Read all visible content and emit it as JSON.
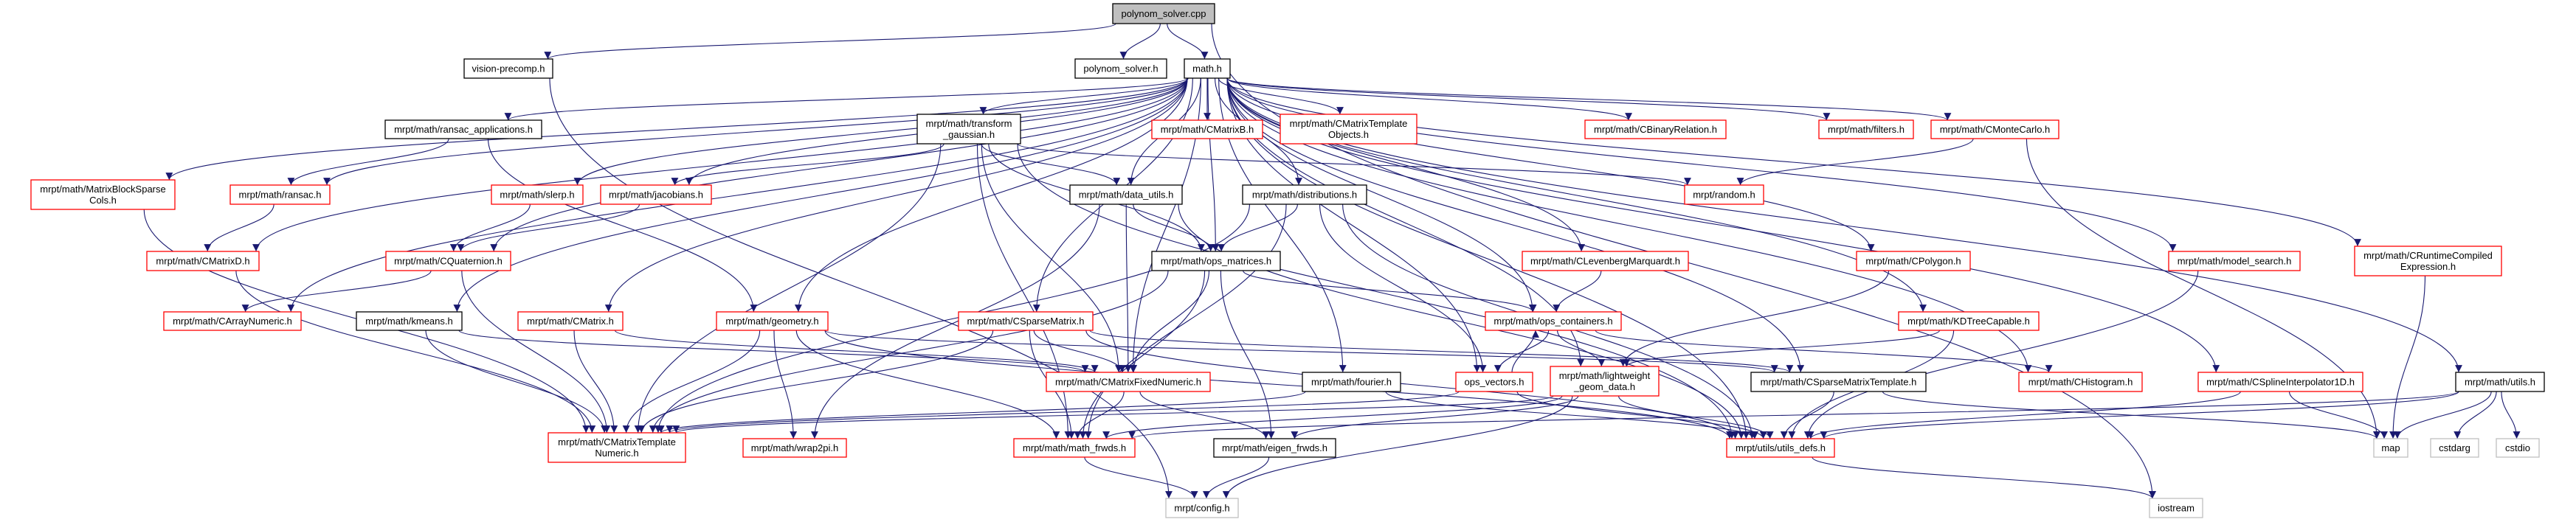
{
  "title": "polynom_solver.cpp",
  "colors": {
    "edge": "#191970",
    "red": "#ff0000",
    "black": "#000000",
    "gray": "#bfbfbf",
    "root_fill": "#bfbfbf"
  },
  "nodes": [
    {
      "id": "root",
      "lines": [
        "polynom_solver.cpp"
      ],
      "kind": "root"
    },
    {
      "id": "vision",
      "lines": [
        "vision-precomp.h"
      ],
      "kind": "black"
    },
    {
      "id": "psh",
      "lines": [
        "polynom_solver.h"
      ],
      "kind": "black"
    },
    {
      "id": "math",
      "lines": [
        "math.h"
      ],
      "kind": "black"
    },
    {
      "id": "ransac_app",
      "lines": [
        "mrpt/math/ransac_applications.h"
      ],
      "kind": "black"
    },
    {
      "id": "tg",
      "lines": [
        "mrpt/math/transform",
        "_gaussian.h"
      ],
      "kind": "black"
    },
    {
      "id": "cmb",
      "lines": [
        "mrpt/math/CMatrixB.h"
      ],
      "kind": "red"
    },
    {
      "id": "cmto",
      "lines": [
        "mrpt/math/CMatrixTemplate",
        "Objects.h"
      ],
      "kind": "red"
    },
    {
      "id": "cbr",
      "lines": [
        "mrpt/math/CBinaryRelation.h"
      ],
      "kind": "red"
    },
    {
      "id": "filters",
      "lines": [
        "mrpt/math/filters.h"
      ],
      "kind": "red"
    },
    {
      "id": "cmc",
      "lines": [
        "mrpt/math/CMonteCarlo.h"
      ],
      "kind": "red"
    },
    {
      "id": "mbsc",
      "lines": [
        "mrpt/math/MatrixBlockSparse",
        "Cols.h"
      ],
      "kind": "red"
    },
    {
      "id": "ransac",
      "lines": [
        "mrpt/math/ransac.h"
      ],
      "kind": "red"
    },
    {
      "id": "slerp",
      "lines": [
        "mrpt/math/slerp.h"
      ],
      "kind": "red"
    },
    {
      "id": "jac",
      "lines": [
        "mrpt/math/jacobians.h"
      ],
      "kind": "red"
    },
    {
      "id": "du",
      "lines": [
        "mrpt/math/data_utils.h"
      ],
      "kind": "black"
    },
    {
      "id": "dist",
      "lines": [
        "mrpt/math/distributions.h"
      ],
      "kind": "black"
    },
    {
      "id": "random",
      "lines": [
        "mrpt/random.h"
      ],
      "kind": "red"
    },
    {
      "id": "cmd",
      "lines": [
        "mrpt/math/CMatrixD.h"
      ],
      "kind": "red"
    },
    {
      "id": "cq",
      "lines": [
        "mrpt/math/CQuaternion.h"
      ],
      "kind": "red"
    },
    {
      "id": "opsm",
      "lines": [
        "mrpt/math/ops_matrices.h"
      ],
      "kind": "black"
    },
    {
      "id": "clm",
      "lines": [
        "mrpt/math/CLevenbergMarquardt.h"
      ],
      "kind": "red"
    },
    {
      "id": "cpoly",
      "lines": [
        "mrpt/math/CPolygon.h"
      ],
      "kind": "red"
    },
    {
      "id": "ms",
      "lines": [
        "mrpt/math/model_search.h"
      ],
      "kind": "red"
    },
    {
      "id": "crce",
      "lines": [
        "mrpt/math/CRuntimeCompiled",
        "Expression.h"
      ],
      "kind": "red"
    },
    {
      "id": "can",
      "lines": [
        "mrpt/math/CArrayNumeric.h"
      ],
      "kind": "red"
    },
    {
      "id": "kmeans",
      "lines": [
        "mrpt/math/kmeans.h"
      ],
      "kind": "black"
    },
    {
      "id": "cm",
      "lines": [
        "mrpt/math/CMatrix.h"
      ],
      "kind": "red"
    },
    {
      "id": "geom",
      "lines": [
        "mrpt/math/geometry.h"
      ],
      "kind": "red"
    },
    {
      "id": "csm",
      "lines": [
        "mrpt/math/CSparseMatrix.h"
      ],
      "kind": "red"
    },
    {
      "id": "opsc",
      "lines": [
        "mrpt/math/ops_containers.h"
      ],
      "kind": "red"
    },
    {
      "id": "kdt",
      "lines": [
        "mrpt/math/KDTreeCapable.h"
      ],
      "kind": "red"
    },
    {
      "id": "cmfn",
      "lines": [
        "mrpt/math/CMatrixFixedNumeric.h"
      ],
      "kind": "red"
    },
    {
      "id": "fourier",
      "lines": [
        "mrpt/math/fourier.h"
      ],
      "kind": "black"
    },
    {
      "id": "opsv",
      "lines": [
        "ops_vectors.h"
      ],
      "kind": "red"
    },
    {
      "id": "lgd",
      "lines": [
        "mrpt/math/lightweight",
        "_geom_data.h"
      ],
      "kind": "red"
    },
    {
      "id": "csmt",
      "lines": [
        "mrpt/math/CSparseMatrixTemplate.h"
      ],
      "kind": "black"
    },
    {
      "id": "chist",
      "lines": [
        "mrpt/math/CHistogram.h"
      ],
      "kind": "red"
    },
    {
      "id": "cspl",
      "lines": [
        "mrpt/math/CSplineInterpolator1D.h"
      ],
      "kind": "red"
    },
    {
      "id": "utils",
      "lines": [
        "mrpt/math/utils.h"
      ],
      "kind": "black"
    },
    {
      "id": "cmtn",
      "lines": [
        "mrpt/math/CMatrixTemplate",
        "Numeric.h"
      ],
      "kind": "red"
    },
    {
      "id": "wrap",
      "lines": [
        "mrpt/math/wrap2pi.h"
      ],
      "kind": "red"
    },
    {
      "id": "mf",
      "lines": [
        "mrpt/math/math_frwds.h"
      ],
      "kind": "red"
    },
    {
      "id": "ef",
      "lines": [
        "mrpt/math/eigen_frwds.h"
      ],
      "kind": "black"
    },
    {
      "id": "ud",
      "lines": [
        "mrpt/utils/utils_defs.h"
      ],
      "kind": "red"
    },
    {
      "id": "map",
      "lines": [
        "map"
      ],
      "kind": "gray"
    },
    {
      "id": "cstdarg",
      "lines": [
        "cstdarg"
      ],
      "kind": "gray"
    },
    {
      "id": "cstdio",
      "lines": [
        "cstdio"
      ],
      "kind": "gray"
    },
    {
      "id": "config",
      "lines": [
        "mrpt/config.h"
      ],
      "kind": "gray"
    },
    {
      "id": "iostream",
      "lines": [
        "iostream"
      ],
      "kind": "gray"
    }
  ],
  "edges": [
    [
      "root",
      "vision"
    ],
    [
      "root",
      "psh"
    ],
    [
      "root",
      "math"
    ],
    [
      "root",
      "iostream"
    ],
    [
      "vision",
      "config"
    ],
    [
      "math",
      "ransac_app"
    ],
    [
      "math",
      "mbsc"
    ],
    [
      "math",
      "ransac"
    ],
    [
      "math",
      "cmd"
    ],
    [
      "math",
      "can"
    ],
    [
      "math",
      "cq"
    ],
    [
      "math",
      "slerp"
    ],
    [
      "math",
      "jac"
    ],
    [
      "math",
      "tg"
    ],
    [
      "math",
      "geom"
    ],
    [
      "math",
      "csm"
    ],
    [
      "math",
      "du"
    ],
    [
      "math",
      "cmfn"
    ],
    [
      "math",
      "cmb"
    ],
    [
      "math",
      "cmto"
    ],
    [
      "math",
      "dist"
    ],
    [
      "math",
      "opsm"
    ],
    [
      "math",
      "cbr"
    ],
    [
      "math",
      "fourier"
    ],
    [
      "math",
      "opsv"
    ],
    [
      "math",
      "clm"
    ],
    [
      "math",
      "opsc"
    ],
    [
      "math",
      "lgd"
    ],
    [
      "math",
      "filters"
    ],
    [
      "math",
      "cmc"
    ],
    [
      "math",
      "cpoly"
    ],
    [
      "math",
      "kdt"
    ],
    [
      "math",
      "csmt"
    ],
    [
      "math",
      "chist"
    ],
    [
      "math",
      "ms"
    ],
    [
      "math",
      "cspl"
    ],
    [
      "math",
      "crce"
    ],
    [
      "math",
      "utils"
    ],
    [
      "math",
      "kmeans"
    ],
    [
      "math",
      "cm"
    ],
    [
      "math",
      "ud"
    ],
    [
      "ransac_app",
      "ransac"
    ],
    [
      "ransac_app",
      "geom"
    ],
    [
      "mbsc",
      "cmtn"
    ],
    [
      "ransac",
      "cmd"
    ],
    [
      "cmd",
      "cmtn"
    ],
    [
      "slerp",
      "cq"
    ],
    [
      "jac",
      "cq"
    ],
    [
      "cq",
      "can"
    ],
    [
      "cq",
      "cmtn"
    ],
    [
      "kmeans",
      "cmtn"
    ],
    [
      "kmeans",
      "cmfn"
    ],
    [
      "cm",
      "cmtn"
    ],
    [
      "cm",
      "cmfn"
    ],
    [
      "tg",
      "jac"
    ],
    [
      "tg",
      "cmtn"
    ],
    [
      "tg",
      "du"
    ],
    [
      "tg",
      "opsm"
    ],
    [
      "tg",
      "cmfn"
    ],
    [
      "tg",
      "mf"
    ],
    [
      "tg",
      "random"
    ],
    [
      "tg",
      "ud"
    ],
    [
      "du",
      "opsm"
    ],
    [
      "du",
      "cmfn"
    ],
    [
      "du",
      "wrap"
    ],
    [
      "du",
      "ud"
    ],
    [
      "dist",
      "opsm"
    ],
    [
      "dist",
      "cmtn"
    ],
    [
      "dist",
      "mf"
    ],
    [
      "dist",
      "opsv"
    ],
    [
      "dist",
      "ud"
    ],
    [
      "opsm",
      "cmtn"
    ],
    [
      "opsm",
      "cmfn"
    ],
    [
      "opsm",
      "mf"
    ],
    [
      "opsm",
      "ef"
    ],
    [
      "opsm",
      "opsc"
    ],
    [
      "geom",
      "cmtn"
    ],
    [
      "geom",
      "wrap"
    ],
    [
      "geom",
      "mf"
    ],
    [
      "geom",
      "csmt"
    ],
    [
      "geom",
      "ud"
    ],
    [
      "csm",
      "cmfn"
    ],
    [
      "csm",
      "mf"
    ],
    [
      "csm",
      "csmt"
    ],
    [
      "csm",
      "ud"
    ],
    [
      "csm",
      "cmtn"
    ],
    [
      "cmfn",
      "mf"
    ],
    [
      "cmfn",
      "ef"
    ],
    [
      "mf",
      "config"
    ],
    [
      "ef",
      "config"
    ],
    [
      "lgd",
      "config"
    ],
    [
      "ud",
      "iostream"
    ],
    [
      "fourier",
      "cmtn"
    ],
    [
      "fourier",
      "ud"
    ],
    [
      "clm",
      "opsc"
    ],
    [
      "opsc",
      "opsv"
    ],
    [
      "opsc",
      "lgd"
    ],
    [
      "opsc",
      "chist"
    ],
    [
      "opsv",
      "opsc"
    ],
    [
      "opsv",
      "cmtn"
    ],
    [
      "opsv",
      "ud"
    ],
    [
      "lgd",
      "ud"
    ],
    [
      "lgd",
      "mf"
    ],
    [
      "lgd",
      "ef"
    ],
    [
      "lgd",
      "cmtn"
    ],
    [
      "cpoly",
      "lgd"
    ],
    [
      "kdt",
      "lgd"
    ],
    [
      "kdt",
      "ud"
    ],
    [
      "csmt",
      "ud"
    ],
    [
      "csmt",
      "map"
    ],
    [
      "cmc",
      "random"
    ],
    [
      "cmc",
      "map"
    ],
    [
      "ms",
      "ud"
    ],
    [
      "cspl",
      "map"
    ],
    [
      "cspl",
      "ud"
    ],
    [
      "crce",
      "map"
    ],
    [
      "utils",
      "map"
    ],
    [
      "utils",
      "cstdarg"
    ],
    [
      "utils",
      "cstdio"
    ],
    [
      "utils",
      "ud"
    ],
    [
      "utils",
      "mf"
    ]
  ]
}
